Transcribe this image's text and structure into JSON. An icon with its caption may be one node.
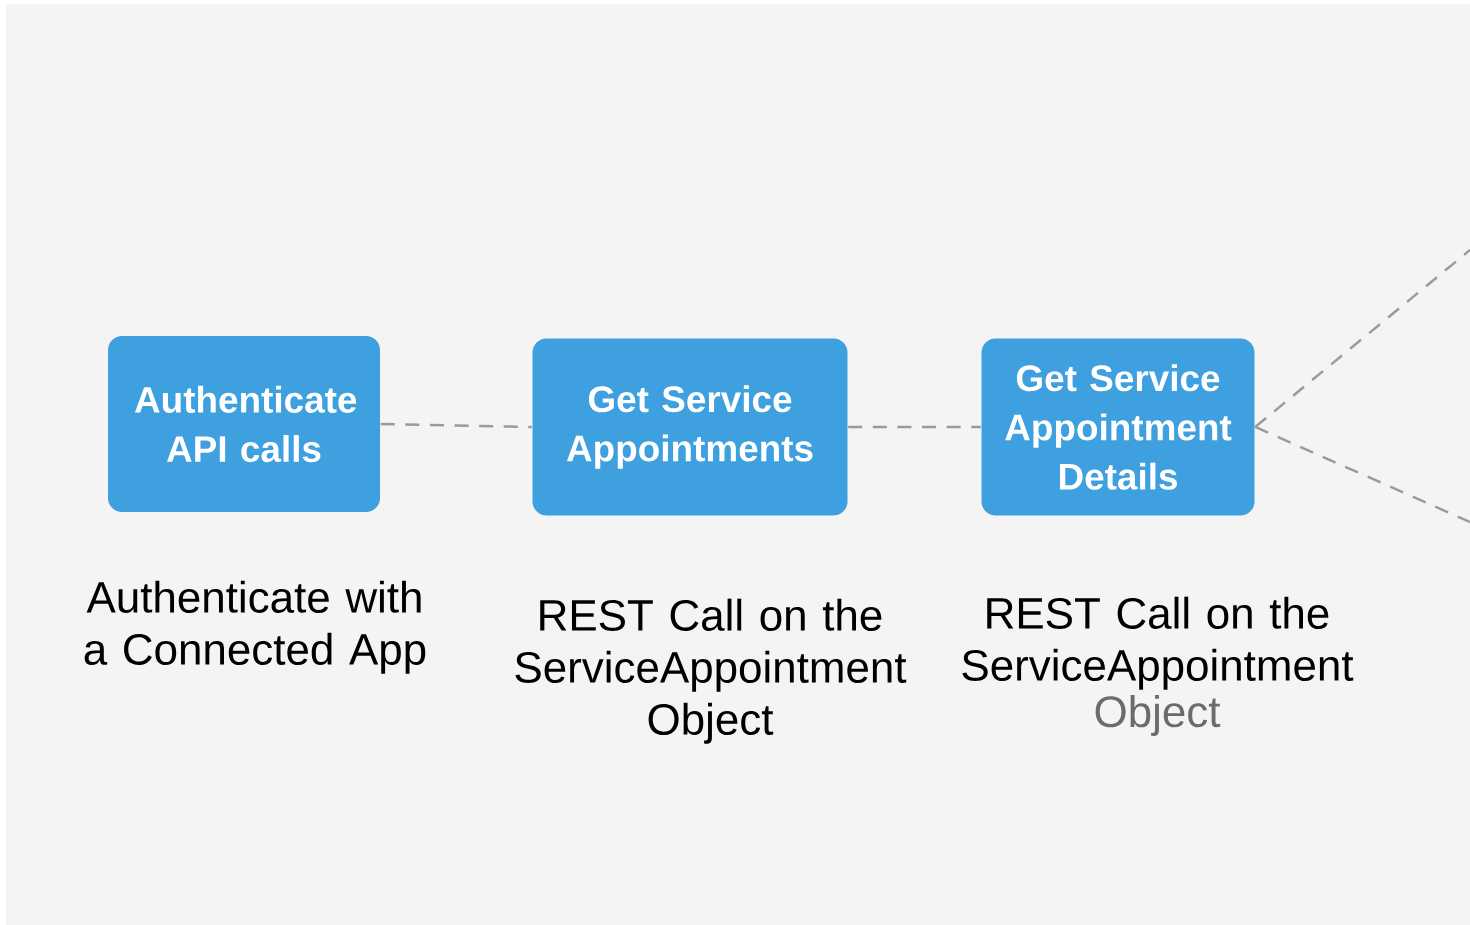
{
  "diagram": {
    "nodes": [
      {
        "text": [
          "Authenticate API calls"
        ],
        "beside": [
          "Authenticate with a Connected App"
        ]
      },
      {
        "text": [
          "Get Service Appointments"
        ],
        "beside": [
          "REST Call on the ServiceAppointment Object"
        ]
      },
      {
        "text": [
          "Get Service Appointment Details"
        ],
        "beside": [
          "REST Call on the ServiceAppointment",
          "Object"
        ]
      }
    ],
    "edges": [
      {
        "from": 0,
        "to": 1,
        "arrow": "none",
        "style": "dashed"
      },
      {
        "from": 1,
        "to": 2,
        "arrow": "none",
        "style": "dashed"
      },
      {
        "from": 2,
        "to": null,
        "arrow": "none",
        "style": "dashed"
      },
      {
        "from": 2,
        "to": null,
        "arrow": "none",
        "style": "dashed"
      }
    ]
  }
}
